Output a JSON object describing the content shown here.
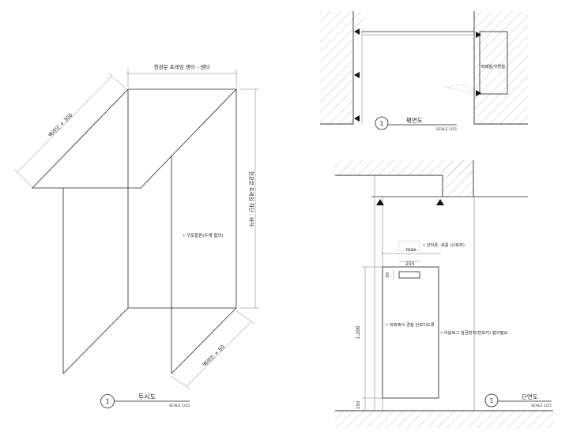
{
  "perspective": {
    "dim_top": "현관문 프레임 센터 - 센터",
    "dim_depth": "벽라인 + 300",
    "dim_height": "현관문 프레임 하단 - 바닥",
    "dim_bottom": "벽라인 + 50",
    "note": "• 구로할판(두께 협의)",
    "view_number": "1",
    "view_title": "투시도",
    "scale": "SCALE 1/15"
  },
  "plan": {
    "label_right": "택배함/우편함",
    "view_number": "1",
    "view_title": "평면도",
    "scale": "SCALE 1/15"
  },
  "section": {
    "note_top": "• 인터폰, 세콤 (신축주)",
    "dim_max": "max",
    "dim_215": "215",
    "dim_50": "50",
    "dim_1200": "1,200",
    "dim_150": "150",
    "note_left": "• 외측에서 경첩 안보이도록",
    "note_right": "• 아날로그 잠금장치(번호키) 협의필요",
    "view_number": "1",
    "view_title": "단면도",
    "scale": "SCALE 1/15"
  }
}
